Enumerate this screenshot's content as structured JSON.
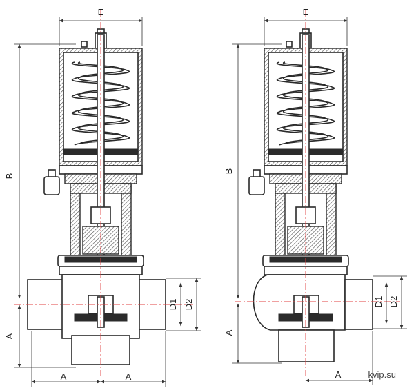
{
  "diagram": {
    "watermark": "kvip.su",
    "left_view": {
      "dim_top": "E",
      "dim_height": "B",
      "dim_lower": "A",
      "dim_bottom_left": "A",
      "dim_bottom_right": "A",
      "dim_d1": "D1",
      "dim_d2": "D2"
    },
    "right_view": {
      "dim_top": "E",
      "dim_height": "B",
      "dim_lower": "A",
      "dim_bottom": "A",
      "dim_d1": "D1",
      "dim_d2": "D2"
    }
  }
}
